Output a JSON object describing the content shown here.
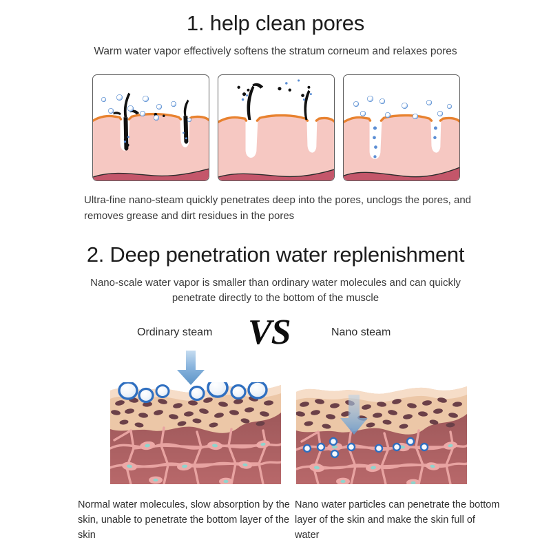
{
  "section1": {
    "title": "1. help clean pores",
    "subtitle": "Warm water vapor effectively softens the stratum corneum and relaxes pores",
    "note": "Ultra-fine nano-steam quickly penetrates deep into the pores, unclogs the pores, and removes grease and dirt residues in the pores",
    "panels": [
      {
        "name": "clogged-pores-panel",
        "caption": ""
      },
      {
        "name": "dirt-lifting-panel",
        "caption": ""
      },
      {
        "name": "clean-pores-panel",
        "caption": ""
      }
    ]
  },
  "section2": {
    "title": "2. Deep penetration water replenishment",
    "subtitle": "Nano-scale water vapor is smaller than ordinary water molecules and can quickly penetrate directly to the bottom of the muscle",
    "vs_label": "VS",
    "left_label": "Ordinary steam",
    "right_label": "Nano steam",
    "left_caption": "Normal water molecules, slow absorption by the skin, unable to penetrate the bottom layer of the skin",
    "right_caption": "Nano water particles can penetrate the bottom layer of the skin and make the skin full of water"
  },
  "colors": {
    "skin_pink": "#f6c8c2",
    "skin_orange_line": "#e8822f",
    "deep_red": "#c4566a",
    "epidermis_tan": "#ecc7a7",
    "epidermis_cell": "#6b4048",
    "dermis_maroon": "#9d585a",
    "fiber_pink": "#e8a3a1",
    "droplet_blue": "#4a7fc8",
    "arrow_blue": "#6ba0d2",
    "panel_border": "#5e5e5e",
    "heading_black": "#1c1c1c",
    "body_gray": "#3a3a3a"
  }
}
